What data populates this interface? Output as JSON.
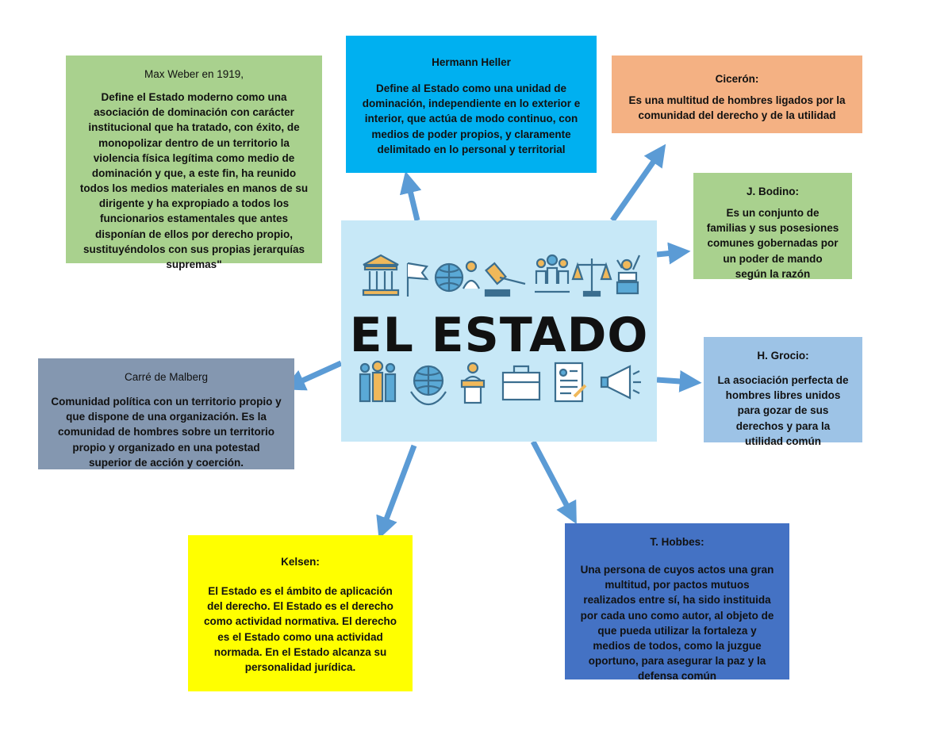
{
  "center": {
    "title": "EL ESTADO"
  },
  "boxes": {
    "weber": {
      "title": "Max Weber en 1919,",
      "text": "Define el Estado moderno como una asociación de dominación con carácter institucional que ha tratado, con éxito, de monopolizar dentro de un territorio la violencia física legítima como medio de dominación y que, a este fin, ha reunido todos los medios materiales en manos de su dirigente y ha expropiado a todos los funcionarios estamentales que antes disponían de ellos por derecho propio, sustituyéndolos con sus propias jerarquías supremas\""
    },
    "heller": {
      "title": "Hermann Heller",
      "text": "Define al Estado como una unidad de dominación, independiente en lo exterior e interior, que actúa de modo continuo, con medios de poder propios, y claramente delimitado en lo personal y territorial"
    },
    "ciceron": {
      "title": "Cicerón:",
      "text": "Es una multitud de hombres ligados por la comunidad del derecho y de la utilidad"
    },
    "bodino": {
      "title": "J. Bodino:",
      "text": "Es un conjunto de familias y sus posesiones comunes gobernadas por un poder de mando según la razón"
    },
    "grocio": {
      "title": "H. Grocio:",
      "text": "La asociación perfecta de hombres libres unidos para gozar de sus derechos y para la utilidad común"
    },
    "hobbes": {
      "title": "T. Hobbes:",
      "text": "Una persona de cuyos actos una gran multitud, por pactos mutuos realizados entre sí, ha sido instituida por cada uno como autor, al objeto de que pueda utilizar la fortaleza y medios de todos, como la juzgue oportuno, para asegurar la paz y la defensa común"
    },
    "kelsen": {
      "title": "Kelsen:",
      "text": "El Estado es el ámbito de aplicación del derecho. El Estado es el derecho como actividad normativa. El derecho es el Estado como una actividad normada. En el Estado alcanza su personalidad jurídica."
    },
    "malberg": {
      "title": "Carré de Malberg",
      "text": "Comunidad política con un territorio propio y que dispone de una organización. Es la comunidad de hombres sobre un territorio propio y organizado en una potestad superior de acción y coerción."
    }
  },
  "colors": {
    "arrow": "#5b9bd5",
    "center_bg": "#c7e8f7"
  },
  "icons": {
    "top_row": [
      "building-icon",
      "flag-icon",
      "globe-person-icon",
      "gavel-icon",
      "people-group-icon",
      "scales-icon",
      "speaker-icon"
    ],
    "bottom_row": [
      "crowd-icon",
      "globe-hands-icon",
      "podium-icon",
      "briefcase-icon",
      "document-icon",
      "megaphone-icon"
    ]
  }
}
